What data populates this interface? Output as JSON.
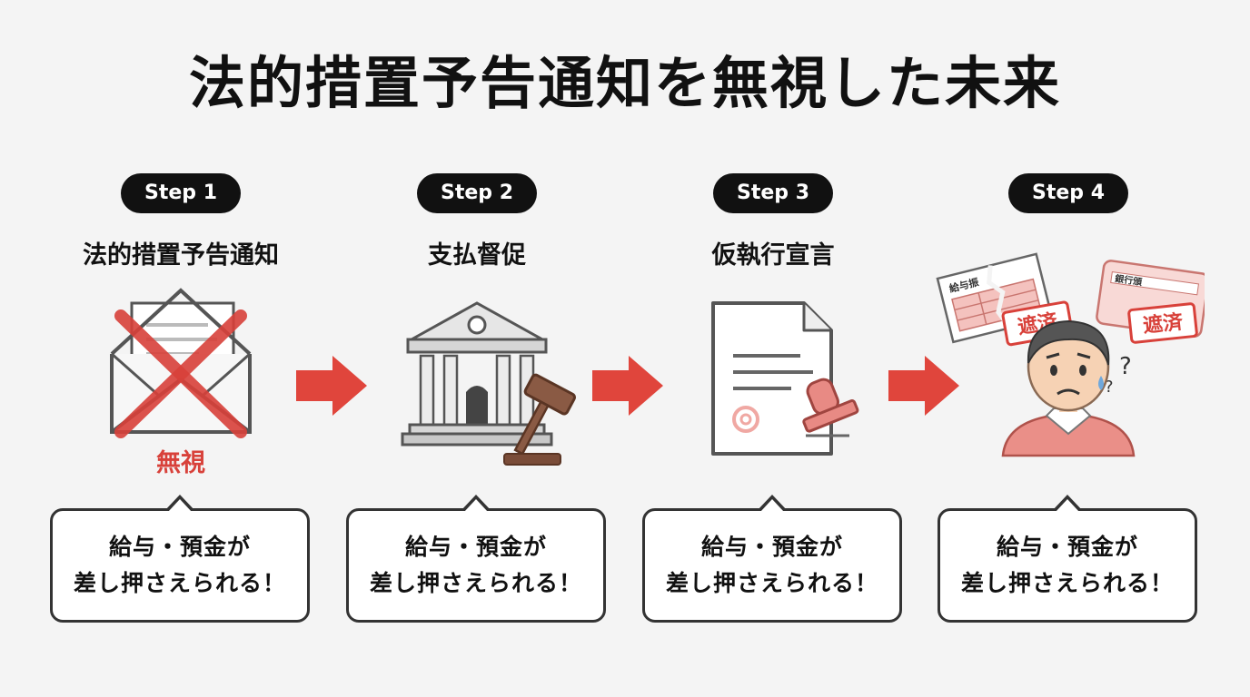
{
  "title": "法的措置予告通知を無視した未来",
  "colors": {
    "accent_red": "#d8413a",
    "dark": "#111111",
    "callout_border": "#333333"
  },
  "steps": [
    {
      "badge": "Step 1",
      "title": "法的措置予告通知",
      "icon": "crossed-envelope-icon",
      "label": "無視",
      "callout_line1": "給与・預金が",
      "callout_line2": "差し押さえられる！"
    },
    {
      "badge": "Step 2",
      "title": "支払督促",
      "icon": "courthouse-gavel-icon",
      "callout_line1": "給与・預金が",
      "callout_line2": "差し押さえられる！"
    },
    {
      "badge": "Step 3",
      "title": "仮執行宣言",
      "icon": "document-stamp-icon",
      "callout_line1": "給与・預金が",
      "callout_line2": "差し押さえられる！"
    },
    {
      "badge": "Step 4",
      "title": "",
      "icon": "worried-person-icon",
      "payslip_label": "給与振",
      "bank_label": "銀行頒",
      "seal_text": "遮済",
      "callout_line1": "給与・預金が",
      "callout_line2": "差し押さえられる！"
    }
  ]
}
